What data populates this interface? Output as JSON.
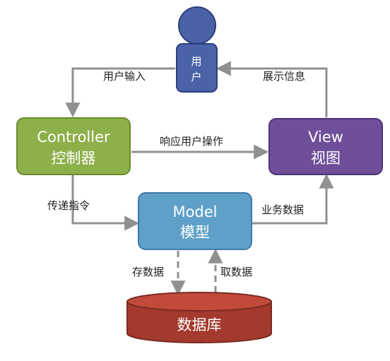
{
  "colors": {
    "background": "#ffffff",
    "user": "#4a63a8",
    "user_border": "#2b3f7c",
    "controller": "#8db04a",
    "controller_border": "#6a8a30",
    "view": "#6f4e9a",
    "view_border": "#4f3276",
    "model": "#5fa0c8",
    "model_border": "#3d7aa6",
    "database": "#a33a2d",
    "database_top": "#c24a3b",
    "database_border": "#7a2a20",
    "arrow": "#909090"
  },
  "nodes": {
    "user": {
      "label": "用户"
    },
    "controller": {
      "label_en": "Controller",
      "label_zh": "控制器"
    },
    "view": {
      "label_en": "View",
      "label_zh": "视图"
    },
    "model": {
      "label_en": "Model",
      "label_zh": "模型"
    },
    "database": {
      "label": "数据库"
    }
  },
  "edges": {
    "user_input": "用户输入",
    "show_info": "展示信息",
    "respond_user": "响应用户操作",
    "pass_command": "传递指令",
    "business_data": "业务数据",
    "store_data": "存数据",
    "fetch_data": "取数据"
  }
}
